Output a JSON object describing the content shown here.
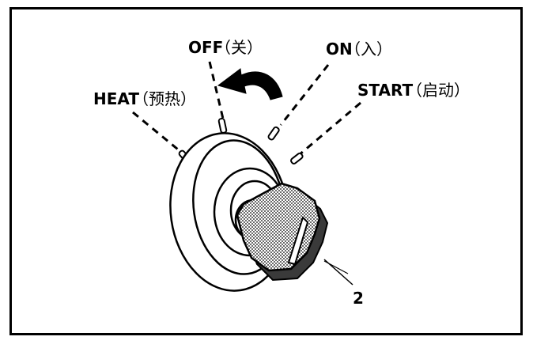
{
  "labels": {
    "heat_code": "HEAT",
    "heat_cn": "（预热）",
    "off_code": "OFF",
    "off_cn": "（关）",
    "on_code": "ON",
    "on_cn": "（入）",
    "start_code": "START",
    "start_cn": "（启动）",
    "callout_number": "2"
  },
  "colors": {
    "line": "#000000",
    "background": "#ffffff",
    "key_fill": "#8a8a8a",
    "key_shadow": "#3a3a3a"
  },
  "icons": {
    "rotation_arrow": "counterclockwise-arrow-icon",
    "key": "ignition-key-icon"
  }
}
